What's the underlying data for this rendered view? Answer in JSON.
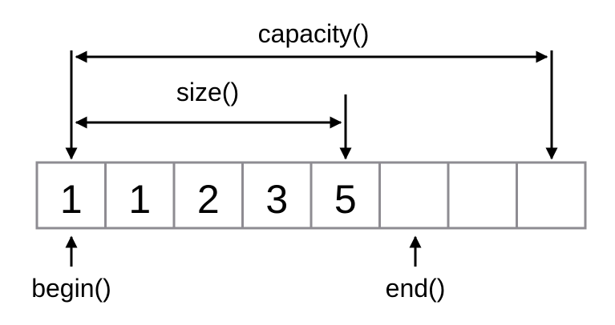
{
  "labels": {
    "capacity": "capacity()",
    "size": "size()",
    "begin": "begin()",
    "end": "end()"
  },
  "cells": [
    "1",
    "1",
    "2",
    "3",
    "5",
    "",
    "",
    ""
  ],
  "colors": {
    "cell_border": "#8e8c92",
    "line": "#000000",
    "text": "#000000",
    "background": "#ffffff"
  }
}
